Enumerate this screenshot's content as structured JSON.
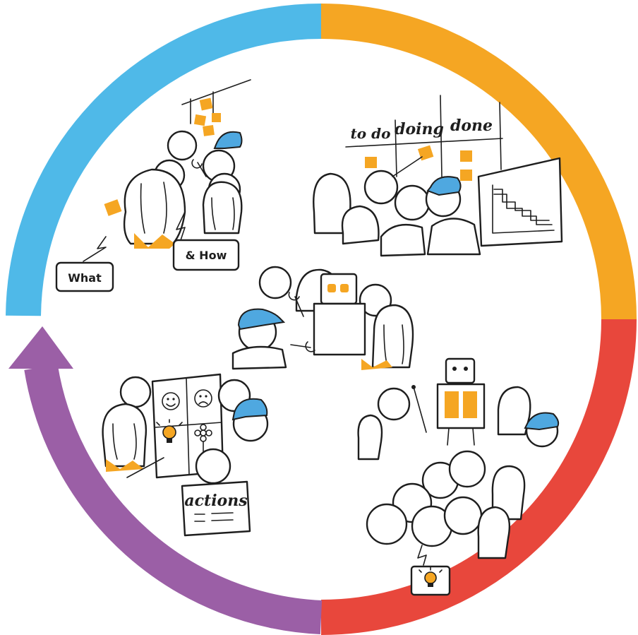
{
  "colors": {
    "plan_arc": "#F5A623",
    "build_arc": "#E8473C",
    "retro_arc": "#9B5FA6",
    "refine_arc": "#4FB9E8",
    "sticky_note": "#F5A623",
    "cap": "#4FA8E0",
    "robot_body": "#DCDCDC",
    "ink": "#1e1e1e"
  },
  "board": {
    "col_todo": "to do",
    "col_doing": "doing",
    "col_done": "done"
  },
  "bubbles": {
    "what": "What",
    "how": "& How"
  },
  "actions_sign": "actions",
  "icons": [
    "sticky-note-icon",
    "burndown-chart-icon",
    "robot-icon",
    "wrench-icon",
    "lightbulb-icon",
    "smiley-icon",
    "frowny-icon",
    "flower-icon",
    "baseball-cap-icon",
    "cycle-arrow-icon"
  ]
}
